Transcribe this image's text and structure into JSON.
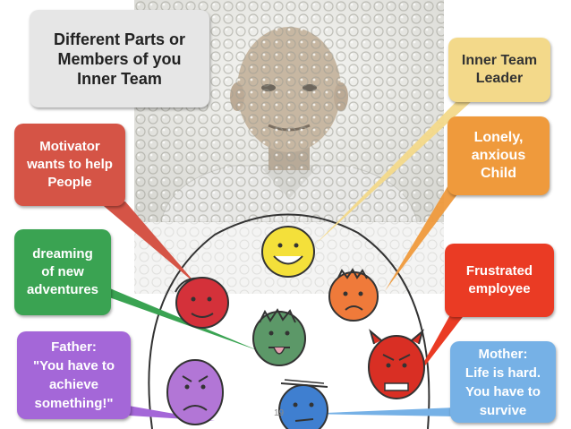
{
  "title": "Different Parts or\nMembers of you\nInner Team",
  "boxes": {
    "leader": "Inner Team\nLeader",
    "lonely": "Lonely,\nanxious\nChild",
    "motivator": "Motivator\nwants to help\nPeople",
    "dreaming": "dreaming\nof new\nadventures",
    "frustrated": "Frustrated\nemployee",
    "father": "Father:\n\"You have to\nachieve\nsomething!\"",
    "mother": "Mother:\nLife is hard.\nYou have to\nsurvive"
  },
  "page_number": "19",
  "colors": {
    "title_box": "#e6e6e6",
    "leader": "#f3d98a",
    "lonely": "#ef9a3c",
    "motivator": "#d55446",
    "dreaming": "#3aa352",
    "frustrated": "#ea3b24",
    "father": "#a467d8",
    "mother": "#76b1e6",
    "face_yellow": "#f4e03a",
    "face_orange": "#ef7a3a",
    "face_red": "#d92f24",
    "face_green": "#5c9868",
    "face_purple": "#b276d6",
    "face_blue": "#3f7fd0",
    "face_crimson": "#d4313a"
  },
  "icons": [
    "man-photo",
    "yellow-smiling-face-icon",
    "orange-worried-face-icon",
    "red-face-with-hat-icon",
    "green-tongue-face-icon",
    "red-angry-face-icon",
    "purple-frustrated-face-icon",
    "blue-face-icon"
  ]
}
